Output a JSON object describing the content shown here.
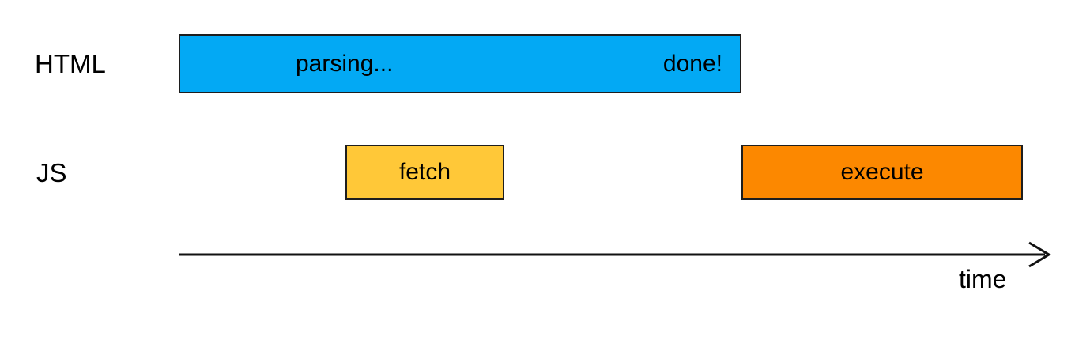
{
  "rows": {
    "html": {
      "label": "HTML"
    },
    "js": {
      "label": "JS"
    }
  },
  "bars": {
    "parsing": {
      "label_start": "parsing...",
      "label_end": "done!",
      "color": "#03A9F4"
    },
    "fetch": {
      "label": "fetch",
      "color": "#FFC838"
    },
    "execute": {
      "label": "execute",
      "color": "#FC8800"
    }
  },
  "axis": {
    "label": "time"
  },
  "colors": {
    "border": "#1E1E1E",
    "text": "#000000",
    "axis": "#111111",
    "background": "#FFFFFF"
  }
}
